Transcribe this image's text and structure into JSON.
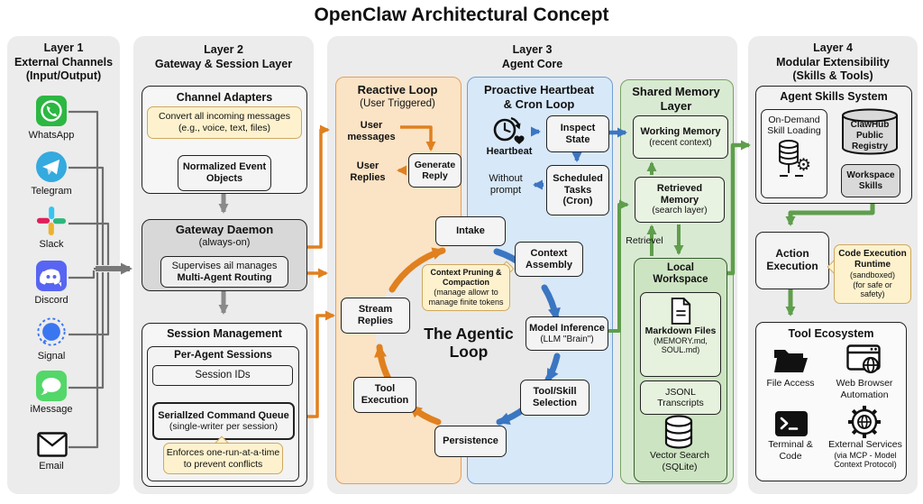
{
  "title": "OpenClaw Architectural Concept",
  "colors": {
    "orange": "#e0801f",
    "blue": "#3b76c2",
    "green": "#5f9e4c",
    "gray": "#8a8a8a",
    "panel_orange": "#fbe3c5",
    "panel_blue": "#d7e8f8",
    "panel_green": "#d9ead3",
    "note_yellow": "#fdf2cd"
  },
  "layer1": {
    "header": [
      "Layer 1",
      "External Channels",
      "(Input/Output)"
    ],
    "channels": [
      {
        "icon": "whatsapp-icon",
        "label": "WhatsApp"
      },
      {
        "icon": "telegram-icon",
        "label": "Telegram"
      },
      {
        "icon": "slack-icon",
        "label": "Slack"
      },
      {
        "icon": "discord-icon",
        "label": "Discord"
      },
      {
        "icon": "signal-icon",
        "label": "Signal"
      },
      {
        "icon": "imessage-icon",
        "label": "iMessage"
      },
      {
        "icon": "email-icon",
        "label": "Email"
      }
    ]
  },
  "layer2": {
    "header": [
      "Layer 2",
      "Gateway & Session Layer"
    ],
    "channel_adapters": {
      "title": "Channel Adapters",
      "note": [
        "Convert all incoming messages",
        "(e.g., voice, text, files)"
      ],
      "normalized": [
        "Normalized Event",
        "Objects"
      ]
    },
    "gateway_daemon": {
      "title": "Gateway Daemon",
      "subtitle": "(always-on)",
      "inner": [
        "Supervises ail manages",
        "Multi-Agent Routing"
      ]
    },
    "session_management": {
      "title": "Session Management",
      "per_agent": "Per-Agent Sessions",
      "session_ids": "Session IDs",
      "queue": [
        "Seriallzed Command Queue",
        "(single-writer per session)"
      ],
      "note": [
        "Enforces one-run-at-a-time",
        "to prevent conflicts"
      ]
    }
  },
  "layer3": {
    "header": [
      "Layer 3",
      "Agent Core"
    ],
    "reactive": {
      "title": "Reactive Loop",
      "subtitle": "(User Triggered)",
      "user_messages": [
        "User",
        "messages"
      ],
      "generate_reply": [
        "Generate",
        "Reply"
      ],
      "user_replies": [
        "User",
        "Replies"
      ]
    },
    "proactive": {
      "title": [
        "Proactive Heartbeat",
        "& Cron Loop"
      ],
      "heartbeat": "Heartbeat",
      "inspect_state": [
        "Inspect",
        "State"
      ],
      "scheduled_tasks": [
        "Scheduled",
        "Tasks",
        "(Cron)"
      ],
      "without_prompt": [
        "Without",
        "prompt"
      ]
    },
    "loop": {
      "center": [
        "The Agentic",
        "Loop"
      ],
      "intake": "Intake",
      "context_assembly": [
        "Context",
        "Assembly"
      ],
      "model_inference": [
        "Model Inference",
        "(LLM \"Brain\")"
      ],
      "tool_skill": [
        "Tool/Skill",
        "Selection"
      ],
      "persistence": "Persistence",
      "tool_execution": [
        "Tool",
        "Execution"
      ],
      "stream_replies": [
        "Stream",
        "Replies"
      ],
      "pruning_note": [
        "Context Pruning &",
        "Compaction",
        "(manage allowr to",
        "manage finite tokens"
      ]
    },
    "shared_memory": {
      "title": [
        "Shared Memory",
        "Layer"
      ],
      "working": [
        "Working Memory",
        "(recent context)"
      ],
      "retrieved": [
        "Retrieved",
        "Memory",
        "(search layer)"
      ],
      "retrievel": "Retrievel",
      "local_workspace": {
        "title": [
          "Local",
          "Workspace"
        ],
        "markdown": [
          "Markdown Files",
          "(MEMORY.md,",
          "SOUL.md)"
        ],
        "jsonl": [
          "JSONL",
          "Transcripts"
        ],
        "vector": [
          "Vector Search",
          "(SQLite)"
        ]
      }
    }
  },
  "layer4": {
    "header": [
      "Layer 4",
      "Modular Extensibility",
      "(Skills & Tools)"
    ],
    "skills": {
      "title": "Agent Skills System",
      "on_demand": [
        "On-Demand",
        "Skill Loading"
      ],
      "clawhub": [
        "ClawHub",
        "Public",
        "Registry"
      ],
      "workspace_skills": [
        "Workspace",
        "Skills"
      ]
    },
    "action": {
      "label": [
        "Action",
        "Execution"
      ],
      "note": [
        "Code Execution",
        "Runtime",
        "(sandboxed)",
        "(for safe or",
        "safety)"
      ]
    },
    "tools": {
      "title": "Tool Ecosystem",
      "items": [
        {
          "icon": "folder-icon",
          "label": [
            "File Access"
          ]
        },
        {
          "icon": "browser-icon",
          "label": [
            "Web Browser",
            "Automation"
          ]
        },
        {
          "icon": "terminal-icon",
          "label": [
            "Terminal &",
            "Code"
          ]
        },
        {
          "icon": "gear-globe-icon",
          "label": [
            "External Services"
          ],
          "sub": [
            "(via MCP - Model",
            "Context Protocol)"
          ]
        }
      ]
    }
  }
}
